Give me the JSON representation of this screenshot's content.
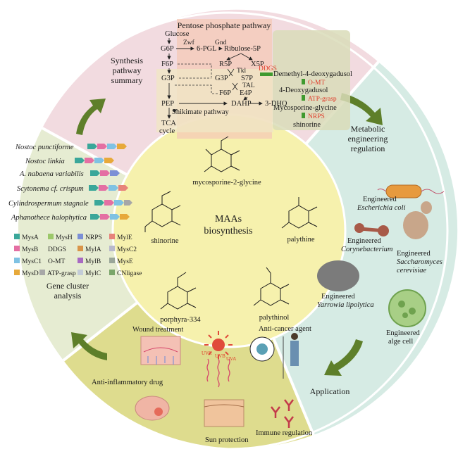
{
  "center": {
    "title_line1": "MAAs",
    "title_line2": "biosynthesis"
  },
  "molecules": {
    "m1": "mycosporine-2-glycine",
    "m2": "shinorine",
    "m3": "palythine",
    "m4": "porphyra-334",
    "m5": "palythinol"
  },
  "sections": {
    "synthesis": [
      "Synthesis",
      "pathway",
      "summary"
    ],
    "metabolic": [
      "Metabolic",
      "engineering",
      "regulation"
    ],
    "gene": [
      "Gene cluster",
      "analysis"
    ],
    "application": "Application"
  },
  "pathway": {
    "title": "Pentose phosphate pathway",
    "nodes": {
      "glucose": "Glucose",
      "g6p": "G6P",
      "pgl": "6-PGL",
      "ribulose": "Ribulose-5P",
      "f6p": "F6P",
      "g3p": "G3P",
      "r5p": "R5P",
      "x5p": "X5P",
      "g3p2": "G3P",
      "s7p": "S7P",
      "f6p2": "F6P",
      "e4p": "E4P",
      "pep": "PEP",
      "dahp": "DAHP",
      "dhq": "3-DHQ",
      "shikimate": "Shikimate pathway",
      "tca": "TCA",
      "cycle": "cycle"
    },
    "enzymes": {
      "zwf": "Zwf",
      "gnd": "Gnd",
      "tkl": "Tkl",
      "tal": "TAL"
    },
    "maa_steps": {
      "ddgs": "DDGS",
      "demethyl": "Demethyl-4-deoxygadusol",
      "omt": "O-MT",
      "deoxy": "4-Deoxygadusol",
      "atp": "ATP-grasp",
      "myco": "Mycosporine-glycine",
      "nrps": "NRPS",
      "shin": "shinorine"
    }
  },
  "species": [
    "Nostoc punctiforme",
    "Nostoc linkia",
    "A. nabaena variabilis",
    "Scytonema cf. crispum",
    "Cylindrospermum stagnale",
    "Aphanothece halophytica"
  ],
  "gene_legend": [
    {
      "label": "MysA",
      "color": "#3aa79a"
    },
    {
      "label": "MysH",
      "color": "#9cc86a"
    },
    {
      "label": "NRPS",
      "color": "#7b8fd6"
    },
    {
      "label": "MylE",
      "color": "#e7837a"
    },
    {
      "label": "MysB",
      "color": "#e46fa3"
    },
    {
      "label": "DDGS",
      "color": ""
    },
    {
      "label": "MylA",
      "color": "#d9954a"
    },
    {
      "label": "MysC2",
      "color": "#b9b9cc"
    },
    {
      "label": "MysC1",
      "color": "#7fc2e3"
    },
    {
      "label": "O-MT",
      "color": ""
    },
    {
      "label": "MylB",
      "color": "#a86ac2"
    },
    {
      "label": "MysE",
      "color": "#9aa69a"
    },
    {
      "label": "MysD",
      "color": "#e7a93a"
    },
    {
      "label": "ATP-grasp",
      "color": "#a7a7a7"
    },
    {
      "label": "MylC",
      "color": "#c3ccd8"
    },
    {
      "label": "CNligase",
      "color": "#7aa56a"
    }
  ],
  "engineered": [
    {
      "line1": "Engineered",
      "line2": "Escherichia coli"
    },
    {
      "line1": "Engineered",
      "line2": "Corynebacterium"
    },
    {
      "line1": "Engineered",
      "line2": "Saccharomyces",
      "line3": "cerevisiae"
    },
    {
      "line1": "Engineered",
      "line2": "Yarrowia lipolytica"
    },
    {
      "line1": "Engineered",
      "line2": "alge cell"
    }
  ],
  "applications": {
    "wound": "Wound treatment",
    "anticancer": "Anti-cancer agent",
    "antiinflam": "Anti-inflammatory drug",
    "sun": "Sun protection",
    "immune": "Immune regulation",
    "uvc": "UVC",
    "uvb": "UVB",
    "uva": "UVA"
  },
  "colors": {
    "top": "#f2dbe0",
    "right": "#d6ebe4",
    "bottom": "#dedc8e",
    "left": "#e6ecd2",
    "center": "#f6f1ad",
    "arrow": "#5e7f2a",
    "red_text": "#e03c2a"
  }
}
